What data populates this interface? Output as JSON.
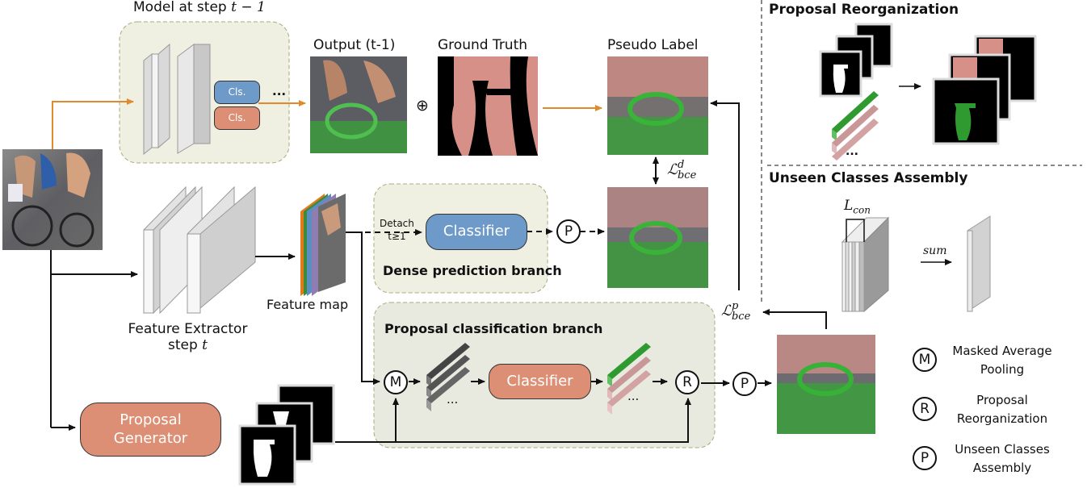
{
  "model": {
    "title_prefix": "Model at step ",
    "title_math": "t − 1",
    "cls1": "Cls.",
    "cls2": "Cls.",
    "ellipsis": "...",
    "colors": {
      "cls1": "#6d9ac8",
      "cls2": "#dc8f74",
      "panel": "#eff0e2"
    }
  },
  "images": {
    "output": "Output (t-1)",
    "ground_truth": "Ground Truth",
    "pseudo_label": "Pseudo Label",
    "oplus": "⊕"
  },
  "loss_d": {
    "base": "ℒ",
    "sup": "d",
    "sub": "bce"
  },
  "loss_p": {
    "base": "ℒ",
    "sup": "p",
    "sub": "bce"
  },
  "feature_extractor": {
    "line1": "Feature Extractor",
    "line2_prefix": "step ",
    "line2_math": "t"
  },
  "feature_map": "Feature map",
  "dense_branch": {
    "title": "Dense prediction branch",
    "detach_line1": "Detach",
    "detach_line2": "t≥1",
    "classifier": "Classifier"
  },
  "proposal_branch": {
    "title": "Proposal classification branch",
    "classifier": "Classifier",
    "ellipsis1": "...",
    "ellipsis2": "..."
  },
  "proposal_generator": {
    "line1": "Proposal",
    "line2": "Generator"
  },
  "ops": {
    "M": "M",
    "R": "R",
    "P": "P"
  },
  "right_top": {
    "title": "Proposal Reorganization",
    "ellipsis": "..."
  },
  "right_mid": {
    "title": "Unseen Classes Assembly",
    "lcon_base": "L",
    "lcon_sub": "con",
    "sum": "sum"
  },
  "legend": [
    {
      "symbol": "M",
      "line1": "Masked Average",
      "line2": "Pooling"
    },
    {
      "symbol": "R",
      "line1": "Proposal",
      "line2": "Reorganization"
    },
    {
      "symbol": "P",
      "line1": "Unseen Classes",
      "line2": "Assembly"
    }
  ]
}
